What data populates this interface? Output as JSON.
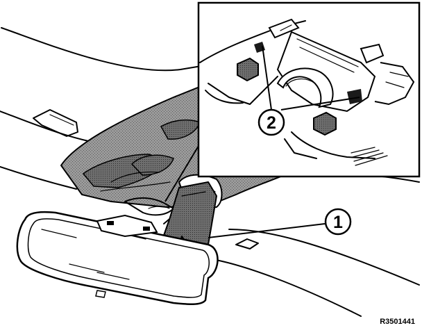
{
  "figure": {
    "reference_code": "R3501441",
    "callouts": [
      {
        "id": "callout-1",
        "label": "1"
      },
      {
        "id": "callout-2",
        "label": "2"
      }
    ],
    "colors": {
      "line": "#000000",
      "headliner_console_fill": "#8a8a8a",
      "background": "#ffffff"
    }
  }
}
